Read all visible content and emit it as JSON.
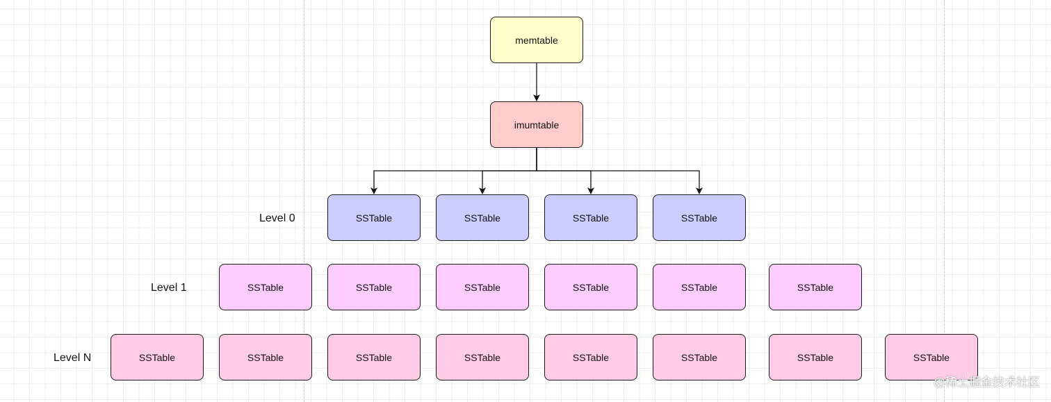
{
  "diagram": {
    "top": {
      "memtable": {
        "label": "memtable",
        "color": "#ffffcc"
      },
      "immutable": {
        "label": "imumtable",
        "color": "#ffcccc"
      }
    },
    "levels": [
      {
        "label": "Level 0",
        "color": "#ccccff",
        "nodes": [
          "SSTable",
          "SSTable",
          "SSTable",
          "SSTable"
        ]
      },
      {
        "label": "Level 1",
        "color": "#ffccff",
        "nodes": [
          "SSTable",
          "SSTable",
          "SSTable",
          "SSTable",
          "SSTable",
          "SSTable"
        ]
      },
      {
        "label": "Level N",
        "color": "#ffcce6",
        "nodes": [
          "SSTable",
          "SSTable",
          "SSTable",
          "SSTable",
          "SSTable",
          "SSTable",
          "SSTable",
          "SSTable"
        ]
      }
    ]
  },
  "watermark": "@稀土掘金技术社区"
}
